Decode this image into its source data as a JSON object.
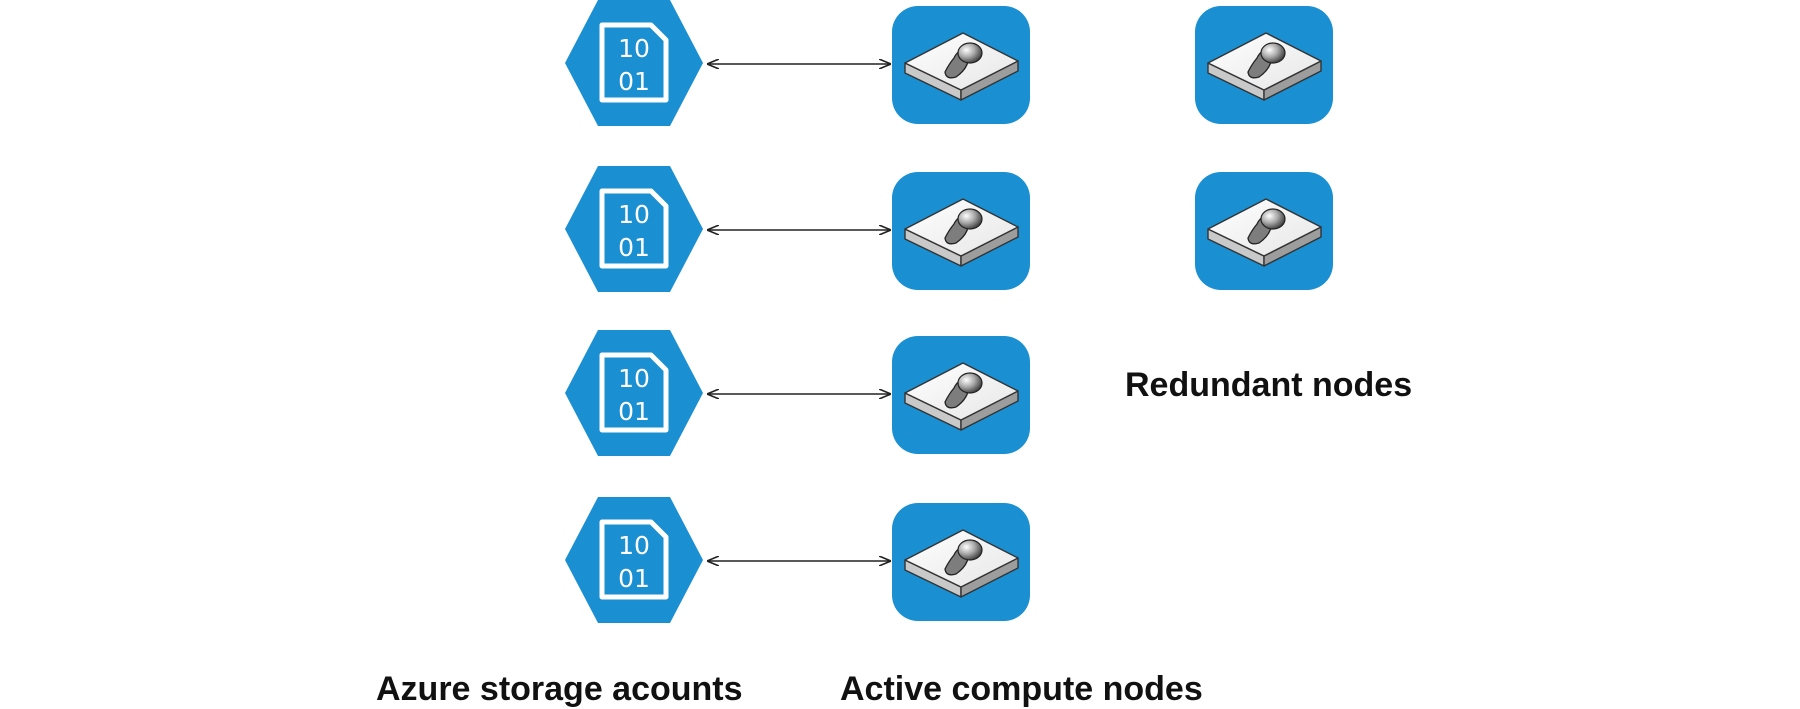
{
  "colors": {
    "accent": "#1a8fd1",
    "arrow": "#222222",
    "text": "#111111"
  },
  "icons": {
    "storage": "storage-account-hexagon-icon",
    "node": "compute-node-tile-icon"
  },
  "storage_accounts": [
    {
      "line1": "10",
      "line2": "01"
    },
    {
      "line1": "10",
      "line2": "01"
    },
    {
      "line1": "10",
      "line2": "01"
    },
    {
      "line1": "10",
      "line2": "01"
    }
  ],
  "active_nodes_count": 4,
  "redundant_nodes_count": 2,
  "labels": {
    "storage": "Azure storage acounts",
    "active": "Active compute nodes",
    "redundant": "Redundant nodes"
  }
}
